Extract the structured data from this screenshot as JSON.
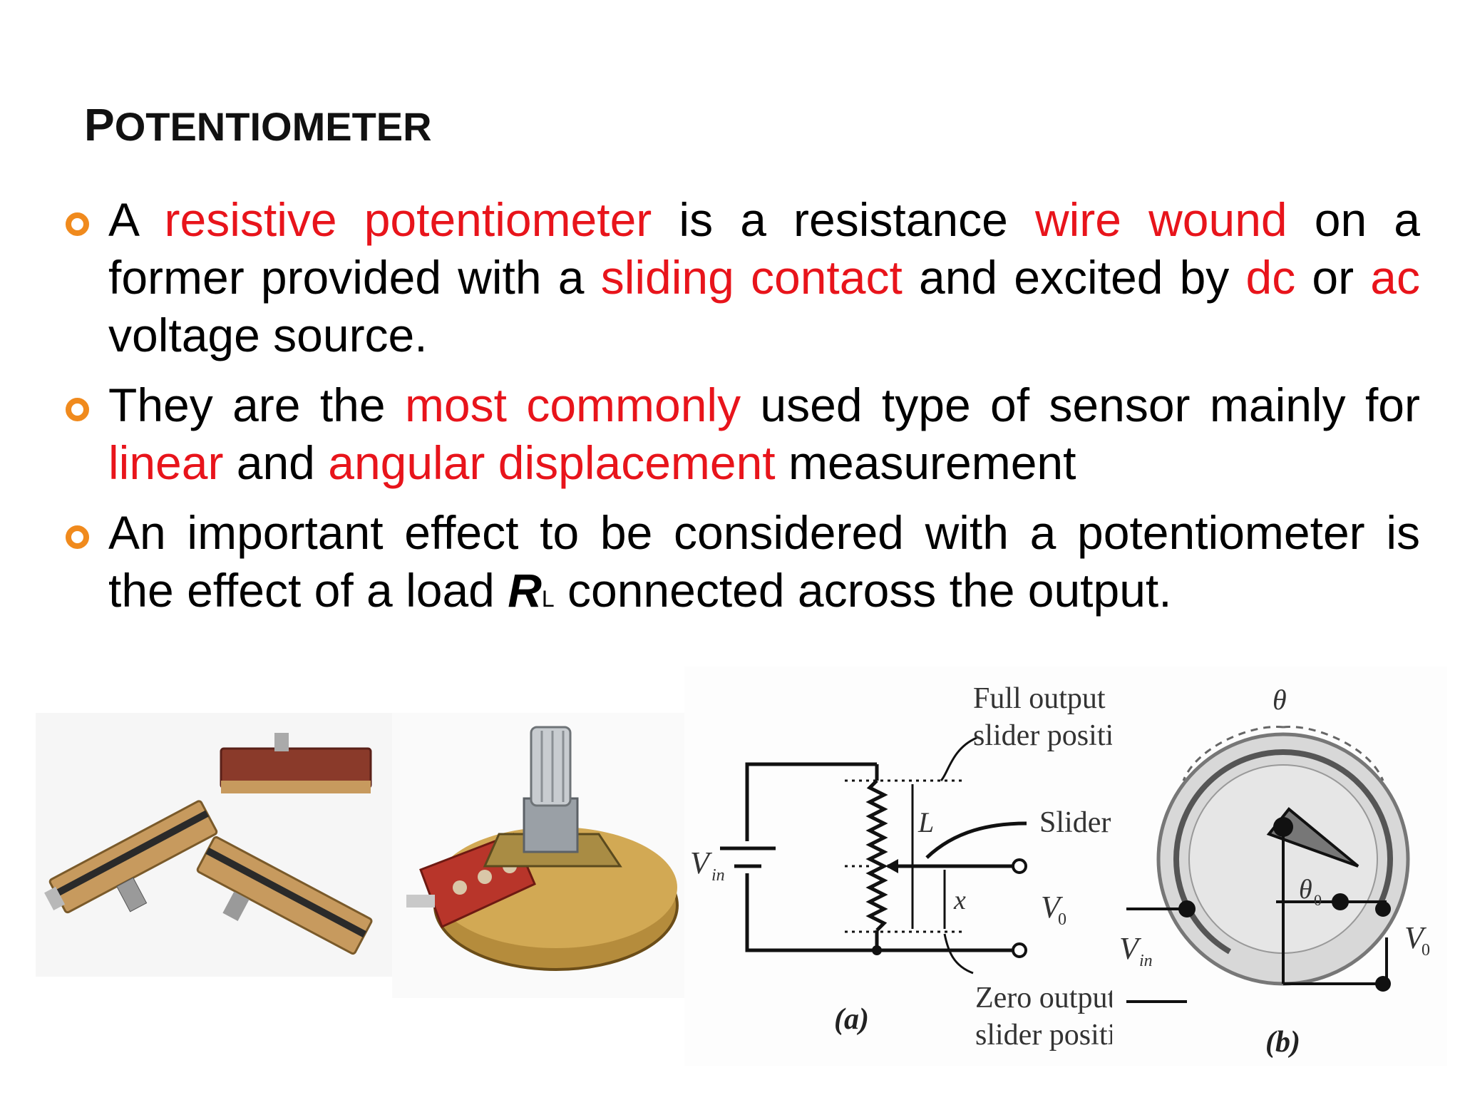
{
  "slide": {
    "title_initial": "P",
    "title_rest": "OTENTIOMETER",
    "accent_color": "#e8141b",
    "bullet_color": "#f08a1d"
  },
  "bullets": [
    {
      "segments": [
        {
          "text": "A ",
          "hl": false
        },
        {
          "text": "resistive potentiometer",
          "hl": true
        },
        {
          "text": " is a resistance ",
          "hl": false
        },
        {
          "text": "wire wound",
          "hl": true
        },
        {
          "text": " on a former provided with a ",
          "hl": false
        },
        {
          "text": "sliding contact",
          "hl": true
        },
        {
          "text": " and excited by ",
          "hl": false
        },
        {
          "text": "dc",
          "hl": true
        },
        {
          "text": " or ",
          "hl": false
        },
        {
          "text": "ac",
          "hl": true
        },
        {
          "text": " voltage source.",
          "hl": false
        }
      ]
    },
    {
      "segments": [
        {
          "text": "They are the ",
          "hl": false
        },
        {
          "text": "most commonly",
          "hl": true
        },
        {
          "text": " used type of sensor mainly for ",
          "hl": false
        },
        {
          "text": "linear",
          "hl": true
        },
        {
          "text": " and ",
          "hl": false
        },
        {
          "text": "angular displacement",
          "hl": true
        },
        {
          "text": " measurement",
          "hl": false
        }
      ]
    },
    {
      "text_before": "An important effect to be considered with a potentiometer is the effect of a load ",
      "symbol": "R",
      "subscript": "L",
      "text_after": " connected across the output."
    }
  ],
  "figures": {
    "circuit_a": {
      "full_output_line1": "Full output",
      "full_output_line2": "slider positior",
      "slider": "Slider",
      "vin": "V",
      "vin_sub": "in",
      "length": "L",
      "x": "x",
      "v0": "V",
      "v0_sub": "0",
      "zero_output_line1": "Zero output",
      "zero_output_line2": "slider position",
      "caption": "(a)"
    },
    "circuit_b": {
      "theta": "θ",
      "theta0": "θ",
      "theta0_sub": "0",
      "vin": "V",
      "vin_sub": "in",
      "v0": "V",
      "v0_sub": "0",
      "caption": "(b)"
    }
  }
}
